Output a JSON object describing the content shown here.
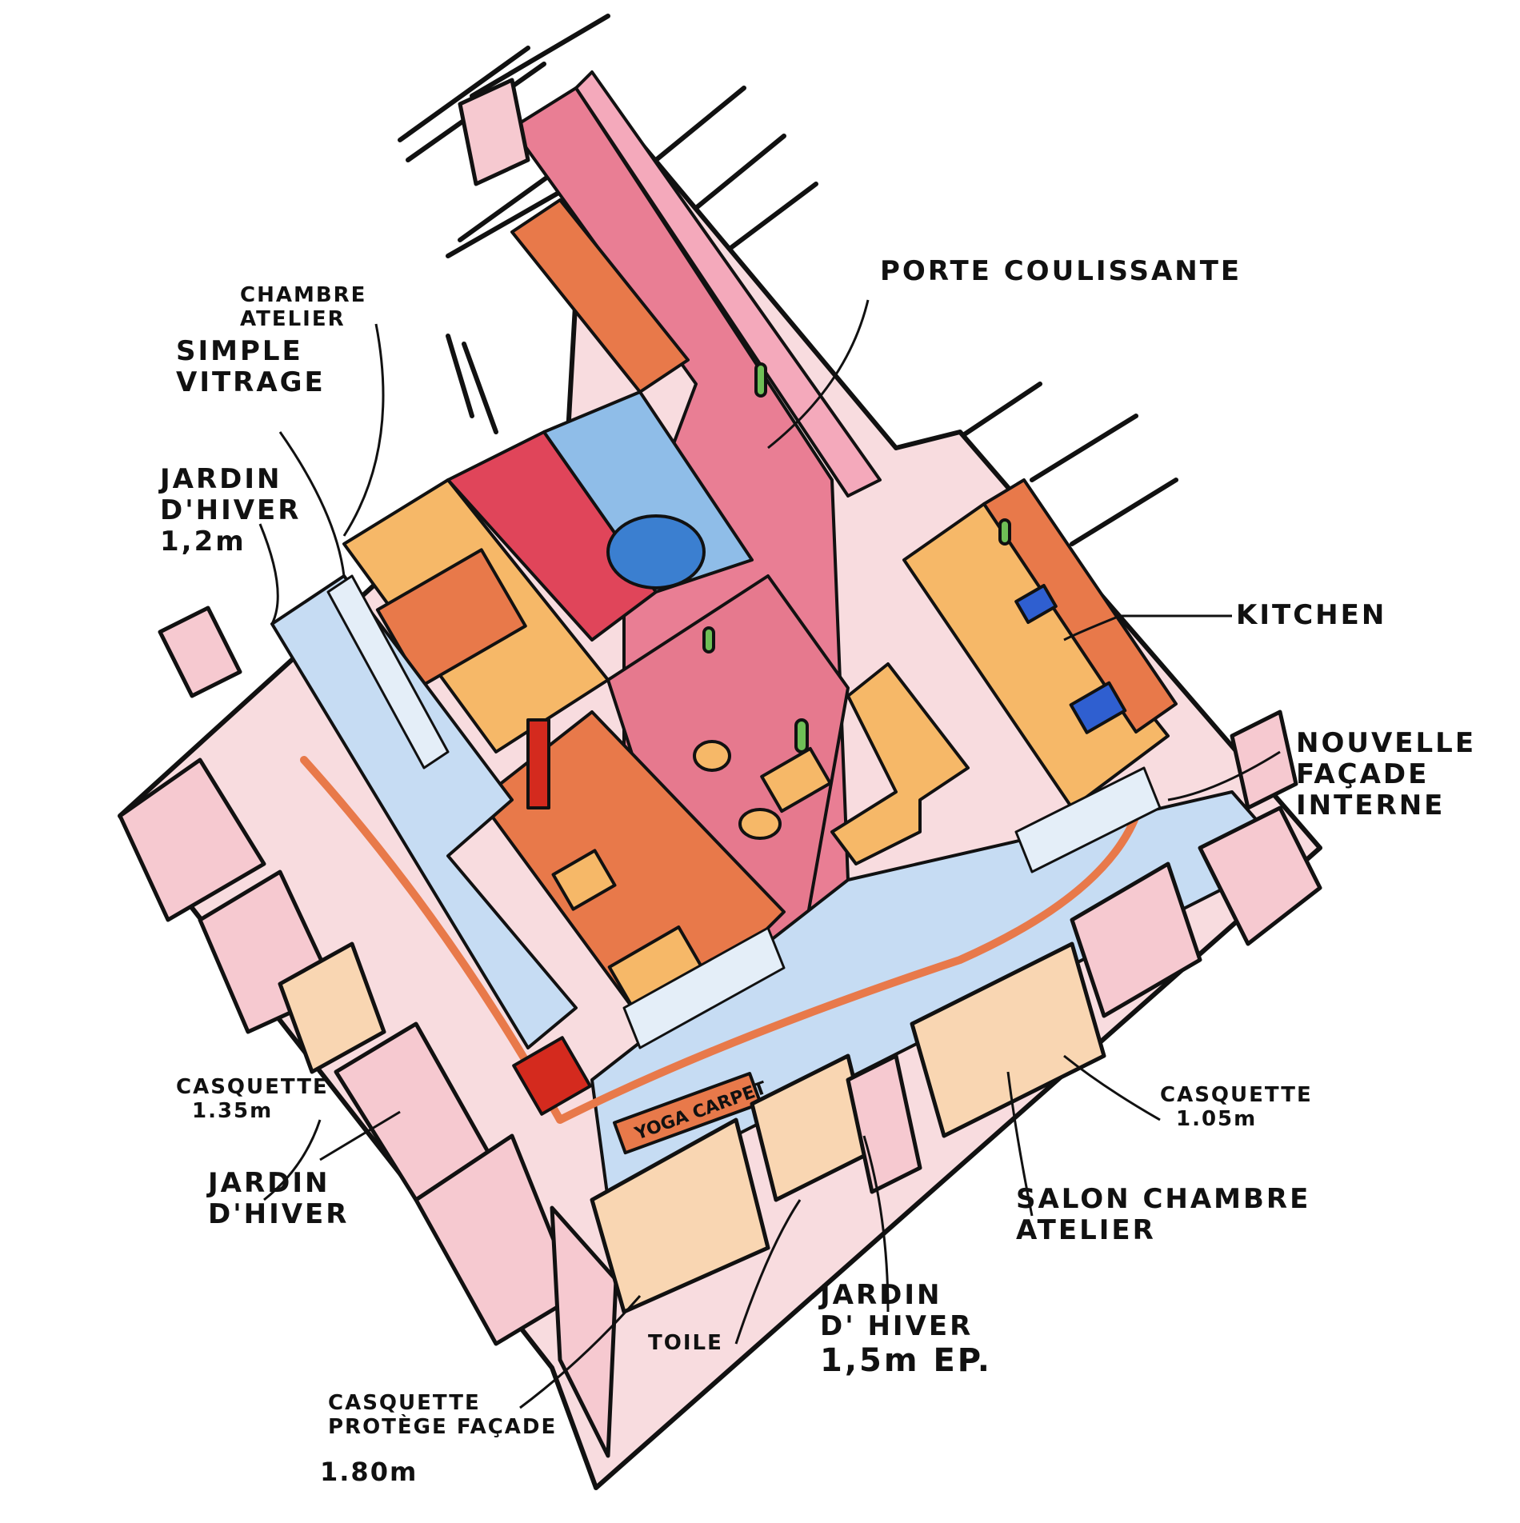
{
  "labels": {
    "porte_coulissante": "PORTE COULISSANTE",
    "chambre_atelier": [
      "CHAMBRE",
      "ATELIER"
    ],
    "simple_vitrage": [
      "SIMPLE",
      "VITRAGE"
    ],
    "jardin_hiver_top": [
      "JARDIN",
      "D'HIVER",
      "1,2m"
    ],
    "kitchen": "KITCHEN",
    "nouvelle_facade": [
      "NOUVELLE",
      "FAÇADE",
      "INTERNE"
    ],
    "casquette_left": [
      "CASQUETTE",
      "1.35m"
    ],
    "jardin_hiver_left": [
      "JARDIN",
      "D'HIVER"
    ],
    "casquette_right": [
      "CASQUETTE",
      "1.05m"
    ],
    "salon": [
      "SALON CHAMBRE",
      "ATELIER"
    ],
    "jardin_hiver_bottom": [
      "JARDIN",
      "D' HIVER",
      "1,5m EP."
    ],
    "toile": "TOILE",
    "casquette_protege": [
      "CASQUETTE",
      "PROTÈGE FAÇADE",
      "1.80m"
    ],
    "yoga_carpet": "YOGA CARPET"
  },
  "colors": {
    "outline": "#111111",
    "floor_pink": "#e97e94",
    "wall_pink": "#f4a9bb",
    "light_pink": "#f6c9d0",
    "orange": "#e8794a",
    "peach": "#f9d6b2",
    "yellow_orange": "#f6b868",
    "blue": "#8fbde8",
    "light_blue": "#c6dcf3",
    "red": "#d42a1e",
    "green": "#6fbf56"
  }
}
